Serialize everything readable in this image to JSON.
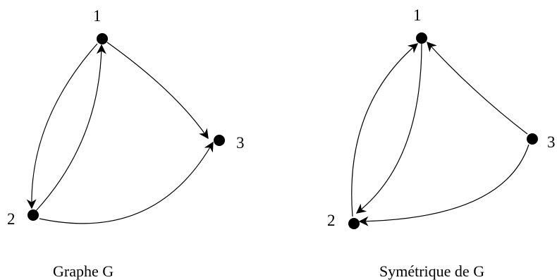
{
  "colors": {
    "ink": "#000000",
    "background": "#ffffff"
  },
  "graph_g": {
    "caption": "Graphe G",
    "nodes": [
      {
        "id": "1",
        "label": "1"
      },
      {
        "id": "2",
        "label": "2"
      },
      {
        "id": "3",
        "label": "3"
      }
    ],
    "edges": [
      {
        "from": "1",
        "to": "2"
      },
      {
        "from": "2",
        "to": "1"
      },
      {
        "from": "1",
        "to": "3"
      },
      {
        "from": "2",
        "to": "3"
      }
    ]
  },
  "graph_sym": {
    "caption": "Symétrique de G",
    "nodes": [
      {
        "id": "1",
        "label": "1"
      },
      {
        "id": "2",
        "label": "2"
      },
      {
        "id": "3",
        "label": "3"
      }
    ],
    "edges": [
      {
        "from": "2",
        "to": "1"
      },
      {
        "from": "1",
        "to": "2"
      },
      {
        "from": "3",
        "to": "1"
      },
      {
        "from": "3",
        "to": "2"
      }
    ]
  }
}
